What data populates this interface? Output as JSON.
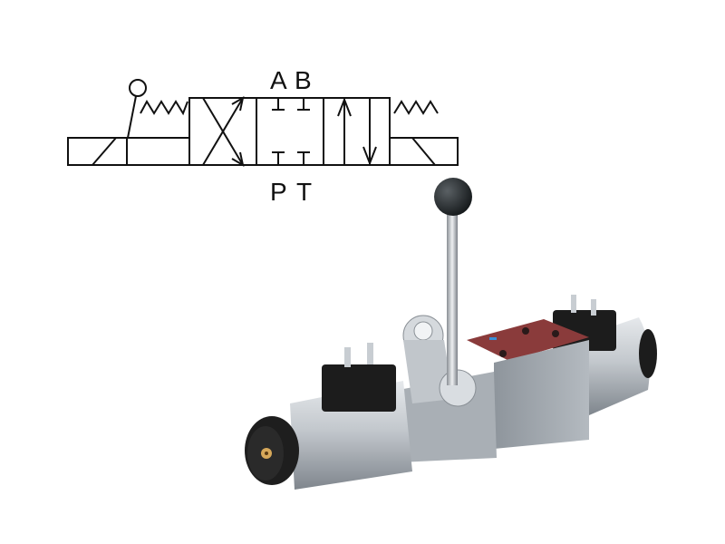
{
  "symbol": {
    "port_top_a": "A",
    "port_top_b": "B",
    "port_bottom_p": "P",
    "port_bottom_t": "T"
  },
  "colors": {
    "line": "#111111",
    "coil_body": "#b9bec4",
    "connector": "#1c1c1c",
    "plate_red": "#8a3b3b"
  }
}
